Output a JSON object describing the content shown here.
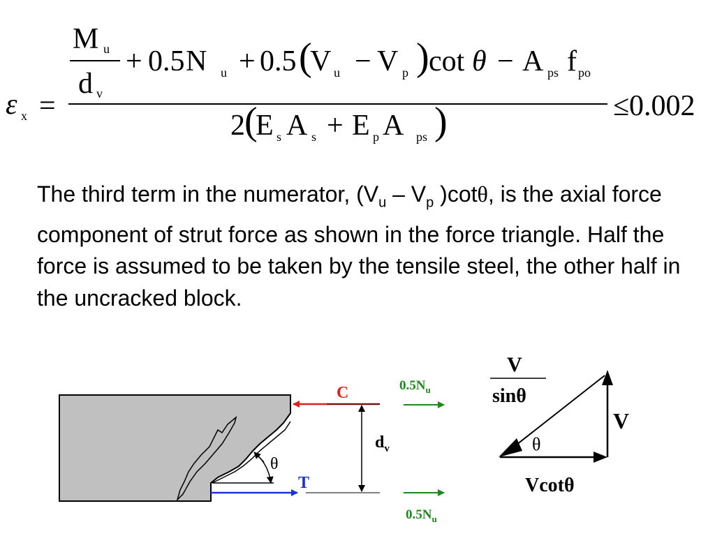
{
  "equation": {
    "lhs": {
      "symbol": "ε",
      "sub": "x",
      "eq": "="
    },
    "numerator": {
      "frac_top": {
        "symbol": "M",
        "sub": "u"
      },
      "frac_bottom": {
        "symbol": "d",
        "sub": "v"
      },
      "term2": {
        "op": "+",
        "coef": "0.5",
        "symbol": "N",
        "sub": "u"
      },
      "term3": {
        "op": "+",
        "coef": "0.5",
        "open": "(",
        "v1": "V",
        "v1_sub": "u",
        "minus": "−",
        "v2": "V",
        "v2_sub": "p",
        "close": ")",
        "func": "cot",
        "theta": "θ"
      },
      "term4": {
        "op": "−",
        "symbol": "A",
        "sub": "ps",
        "symbol2": "f",
        "sub2": "po"
      }
    },
    "denominator": {
      "coef": "2",
      "open": "(",
      "e1": "E",
      "e1_sub": "s",
      "a1": "A",
      "a1_sub": "s",
      "plus": "+",
      "e2": "E",
      "e2_sub": "p",
      "a2": "A",
      "a2_sub": "ps",
      "close": ")"
    },
    "limit": "≤0.002"
  },
  "paragraph": {
    "part1": "The third term in the numerator, (V",
    "sub1": "u",
    "part2": " – V",
    "sub2": "p",
    "part3": " )cot",
    "theta": "θ",
    "part4": ", is the axial force component of strut force as shown in the force triangle.  Half the force is assumed to be taken by the tensile steel, the other half in the uncracked block."
  },
  "diagram": {
    "compression_label": "C",
    "tension_label": "T",
    "depth_label": "d",
    "depth_sub": "v",
    "angle_label": "θ",
    "axial_top_label": "0.5N",
    "axial_top_sub": "u",
    "axial_bottom_label": "0.5N",
    "axial_bottom_sub": "u",
    "colors": {
      "compression": "#e01e1e",
      "tension": "#1a33d6",
      "axial": "#1a8a1a",
      "member": "#c0c0c0"
    }
  },
  "triangle": {
    "hyp_numerator": "V",
    "hyp_denominator": "sinθ",
    "vertical_label": "V",
    "horizontal_label": "Vcotθ",
    "angle_label": "θ"
  }
}
